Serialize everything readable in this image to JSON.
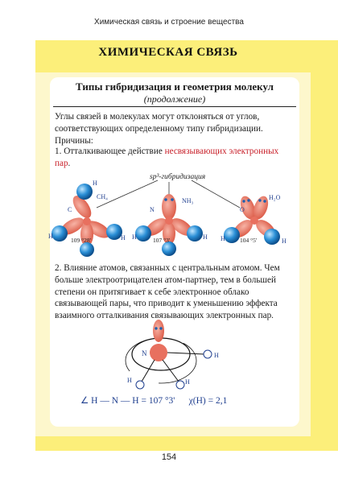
{
  "page": {
    "running_head": "Химическая связь и строение вещества",
    "chapter_title": "ХИМИЧЕСКАЯ СВЯЗЬ",
    "page_number": "154"
  },
  "section": {
    "title": "Типы гибридизация и геометрия молекул",
    "subtitle": "(продолжение)",
    "intro": "Углы связей в молекулах могут отклоняться от углов, соответствующих определенному типу гибридизации. Причины:",
    "item1_prefix": "1. Отталкивающее действие ",
    "item1_highlight": "несвязывающих электронных пар",
    "item1_suffix": ".",
    "item2": "2. Влияние атомов, связанных с центральным атомом. Чем больше электроотрицателен атом-партнер, тем в большей степени он притягивает к себе электронное облако связывающей пары, что приводит к уменьшению эффекта взаимного отталкивания связывающих электронных пар."
  },
  "figure1": {
    "hybrid_label": "sp³-гибридизация",
    "molecules": [
      {
        "formula": "CH₄",
        "center": "C",
        "angle": "109 °28'",
        "ligand": "H"
      },
      {
        "formula": "NH₃",
        "center": "N",
        "angle": "107 °3'",
        "ligand": "H"
      },
      {
        "formula": "H₂O",
        "center": "O",
        "angle": "104 °5'",
        "ligand": "H"
      }
    ]
  },
  "figure2": {
    "center": "N",
    "ligand": "H",
    "formula_angle": "∠ H — N — H = 107 °3'",
    "formula_chi": "χ(H) = 2,1"
  },
  "colors": {
    "banner": "#fcef7a",
    "panel": "#fdf7cc",
    "orbital": "#e8705f",
    "atom_blue": "#2a8fd6",
    "highlight_red": "#c8202a"
  }
}
